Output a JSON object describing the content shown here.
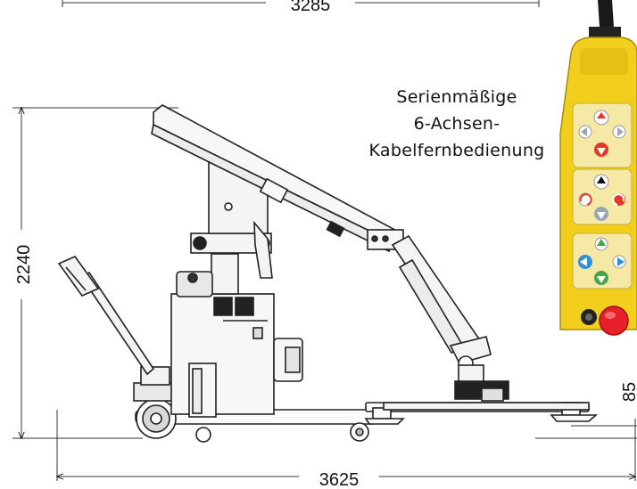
{
  "dimensions": {
    "top_width": "3285",
    "height": "2240",
    "bottom_width": "3625",
    "ground_clearance": "85"
  },
  "caption": {
    "line1": "Serienmäßige",
    "line2": "6-Achsen-",
    "line3": "Kabelfernbedienung"
  },
  "colors": {
    "pendant_body": "#f2cf1d",
    "button_face": "#f6e9a6",
    "emergency_stop": "#e8202a",
    "arrow_red": "#e23a2a",
    "arrow_blue": "#2f8fd8",
    "arrow_green": "#4aa44a",
    "arrow_gray": "#9aa6b4",
    "arrow_black": "#111111",
    "line_art": "#222222"
  },
  "pendant_buttons": [
    {
      "group": "top",
      "icons": [
        "arrow-up-red",
        "arrow-left-gray",
        "arrow-right-gray",
        "arrow-down-red"
      ]
    },
    {
      "group": "middle",
      "icons": [
        "arrow-up-black",
        "rotate-left-red",
        "rotate-right-red",
        "arrow-down-gray"
      ]
    },
    {
      "group": "bottom",
      "icons": [
        "arrow-up-green",
        "arrow-left-blue",
        "arrow-right-blue",
        "arrow-down-green"
      ]
    }
  ]
}
